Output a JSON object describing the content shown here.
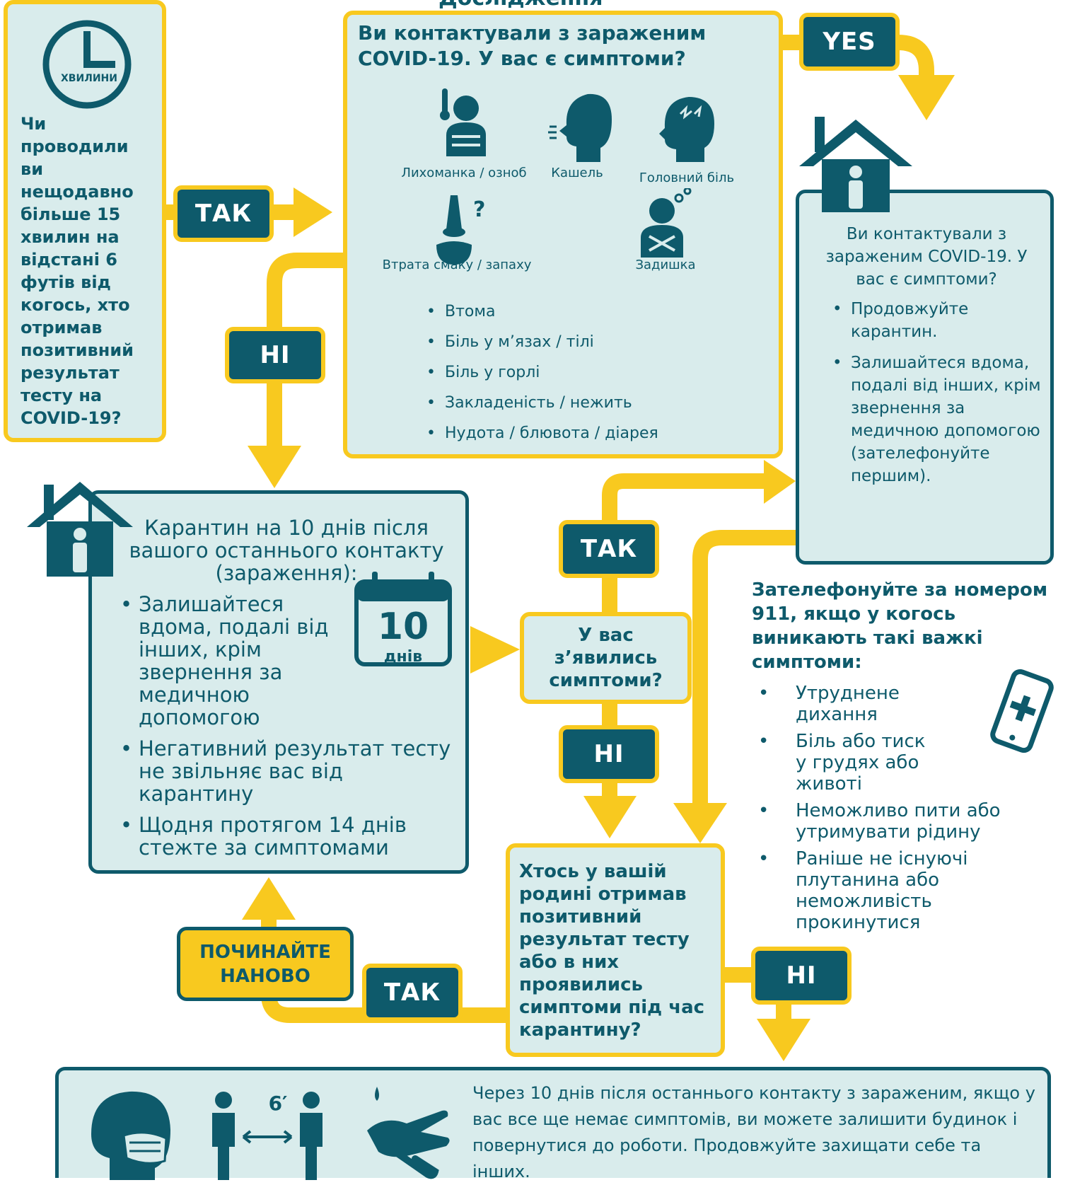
{
  "top_partial": "Дослідження",
  "clock_label": "ХВИЛИНИ",
  "start_question": "Чи проводили ви нещодавно більше 15 хвилин на відстані 6 футів від когось, хто отримав позитивний результат тесту на COVID-19?",
  "symptoms_box": {
    "title": "Ви контактували з зараженим COVID-19. У вас є симптоми?",
    "icons": [
      {
        "label": "Лихоманка / озноб",
        "icon": "fever-icon"
      },
      {
        "label": "Кашель",
        "icon": "cough-icon"
      },
      {
        "label": "Головний біль",
        "icon": "headache-icon"
      },
      {
        "label": "Втрата смаку / запаху",
        "icon": "smell-loss-icon"
      },
      {
        "label": "Задишка",
        "icon": "shortness-of-breath-icon"
      }
    ],
    "list": [
      "Втома",
      "Біль у м’язах / тілі",
      "Біль у горлі",
      "Закладеність / нежить",
      "Нудота / блювота / діарея"
    ]
  },
  "labels": {
    "tak": "ТАК",
    "ni": "НІ",
    "yes": "YES",
    "restart": "ПОЧИНАЙТЕ НАНОВО"
  },
  "right_box": {
    "title": "Ви контактували з зараженим COVID-19. У вас є симптоми?",
    "list": [
      "Продовжуйте карантин.",
      "Залишайтеся вдома, подалі від інших, крім звернення за медичною допомогою (зателефонуйте першим)."
    ]
  },
  "quarantine_box": {
    "title": "Карантин на 10 днів після вашого останнього контакту (зараження):",
    "calendar_number": "10",
    "calendar_unit": "днів",
    "list": [
      "Залишайтеся вдома, подалі від інших, крім звернення за медичною допомогою",
      "Негативний результат тесту не звільняє вас від карантину",
      "Щодня протягом 14 днів стежте за симптомами"
    ]
  },
  "symptoms_question": "У вас з’явились симптоми?",
  "household_question": "Хтось у вашій родині отримав позитивний результат тесту або в них проявились симптоми під час карантину?",
  "emergency": {
    "title": "Зателефонуйте за номером 911, якщо у когось виникають такі важкі симптоми:",
    "list": [
      "Утруднене дихання",
      "Біль або тиск у грудях або животі",
      "Неможливо пити або утримувати рідину",
      "Раніше не існуючі плутанина або неможливість прокинутися"
    ]
  },
  "bottom": {
    "distance_label": "6′",
    "text": "Через 10 днів після останнього контакту з зараженим, якщо у вас все ще немає симптомів, ви можете залишити будинок і повернутися до роботи. Продовжуйте захищати себе та інших."
  },
  "colors": {
    "yellow": "#f8c91f",
    "teal": "#0e5a6b",
    "box_bg": "#d9ecec"
  }
}
